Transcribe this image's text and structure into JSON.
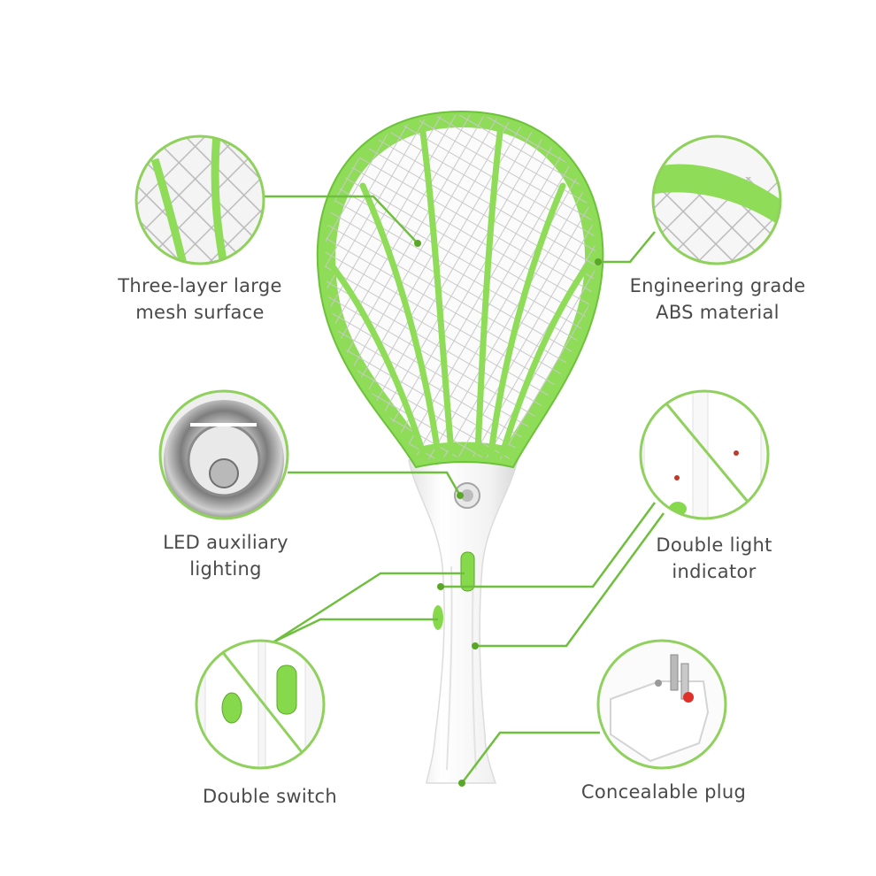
{
  "colors": {
    "accent_green": "#86d94a",
    "accent_green_dark": "#5aa728",
    "leader_line": "#6fbf3e",
    "circle_stroke": "#8fd15c",
    "handle_white": "#f7f7f7",
    "text": "#4a4a4a",
    "plug_red": "#e0302a"
  },
  "features": {
    "mesh": {
      "icon": "mesh-closeup-icon",
      "line1": "Three-layer large",
      "line2": "mesh surface"
    },
    "abs": {
      "icon": "frame-closeup-icon",
      "line1": "Engineering grade",
      "line2": "ABS material"
    },
    "led": {
      "icon": "led-lamp-icon",
      "line1": "LED auxiliary",
      "line2": "lighting"
    },
    "indicator": {
      "icon": "indicator-closeup-icon",
      "line1": "Double light",
      "line2": "indicator"
    },
    "switch": {
      "icon": "switch-closeup-icon",
      "line1": "Double switch"
    },
    "plug": {
      "icon": "plug-closeup-icon",
      "line1": "Concealable plug"
    }
  }
}
